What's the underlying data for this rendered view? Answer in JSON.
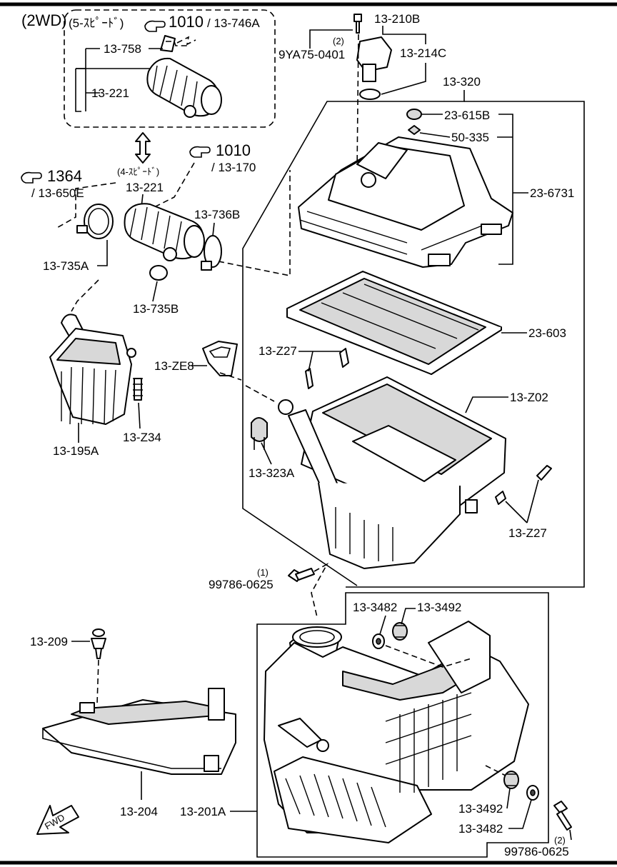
{
  "header": {
    "drive_tag": "(2WD)"
  },
  "groups": {
    "five_speed": {
      "label": "(5-ｽﾋﾟｰﾄﾞ)",
      "ref_num": "1010",
      "ref_code": "/ 13-746A"
    },
    "four_speed": {
      "label": "(4-ｽﾋﾟｰﾄﾞ)",
      "ref_num": "1010",
      "ref_code": "/ 13-170"
    },
    "ref_1364": {
      "ref_num": "1364",
      "ref_code": "/ 13-650E"
    }
  },
  "labels": {
    "p13_758": "13-758",
    "p13_221_top": "13-221",
    "p13_221_mid": "13-221",
    "p13_210b": "13-210B",
    "p13_214c": "13-214C",
    "p9ya75_qty": "(2)",
    "p9ya75": "9YA75-0401",
    "p13_320": "13-320",
    "p23_615b": "23-615B",
    "p50_335": "50-335",
    "p23_6731": "23-6731",
    "p13_736b": "13-736B",
    "p13_735a": "13-735A",
    "p13_735b": "13-735B",
    "p23_603": "23-603",
    "p13_z27_top": "13-Z27",
    "p13_ze8": "13-ZE8",
    "p13_z02": "13-Z02",
    "p13_z34": "13-Z34",
    "p13_195a": "13-195A",
    "p13_323a": "13-323A",
    "p13_z27_bot": "13-Z27",
    "p99786_qty1": "(1)",
    "p99786_a": "99786-0625",
    "p13_3482_top": "13-3482",
    "p13_3492_top": "13-3492",
    "p13_209": "13-209",
    "p13_204": "13-204",
    "p13_201a": "13-201A",
    "p13_3492_bot": "13-3492",
    "p13_3482_bot": "13-3482",
    "p99786_qty2": "(2)",
    "p99786_b": "99786-0625",
    "fwd": "FWD"
  },
  "icons": {
    "reference": "pointing-hand-icon",
    "direction": "fwd-arrow-icon",
    "exchange": "double-arrow-icon"
  }
}
